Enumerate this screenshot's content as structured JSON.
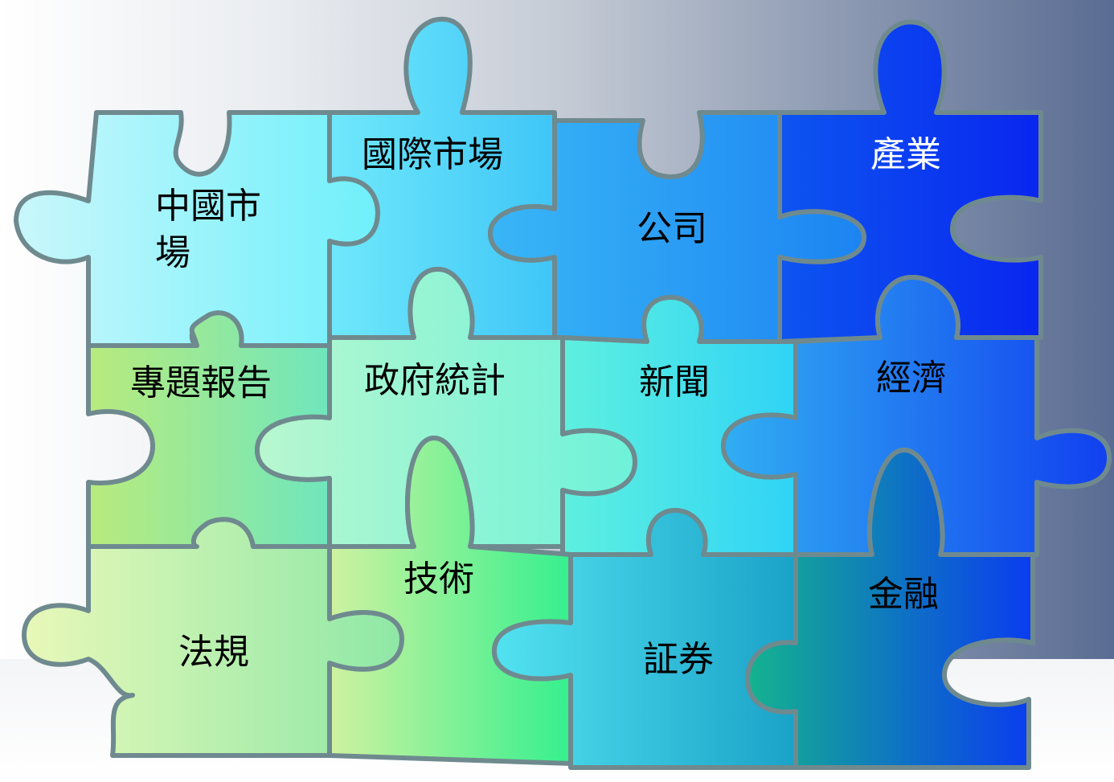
{
  "pieces": [
    {
      "label": "中國市場"
    },
    {
      "label": "國際市場"
    },
    {
      "label": "公司"
    },
    {
      "label": "產業"
    },
    {
      "label": "專題報告"
    },
    {
      "label": "政府統計"
    },
    {
      "label": "新聞"
    },
    {
      "label": "經濟"
    },
    {
      "label": "法規"
    },
    {
      "label": "技術"
    },
    {
      "label": "証券"
    },
    {
      "label": "金融"
    }
  ],
  "colors": {
    "cyan_light": "#9ef2fb",
    "cyan": "#3fd6f7",
    "blue": "#1f7cf2",
    "deep_blue": "#0a35f0",
    "green_light": "#cdf5a8",
    "green": "#3ef09a",
    "teal": "#1aa8b8"
  }
}
